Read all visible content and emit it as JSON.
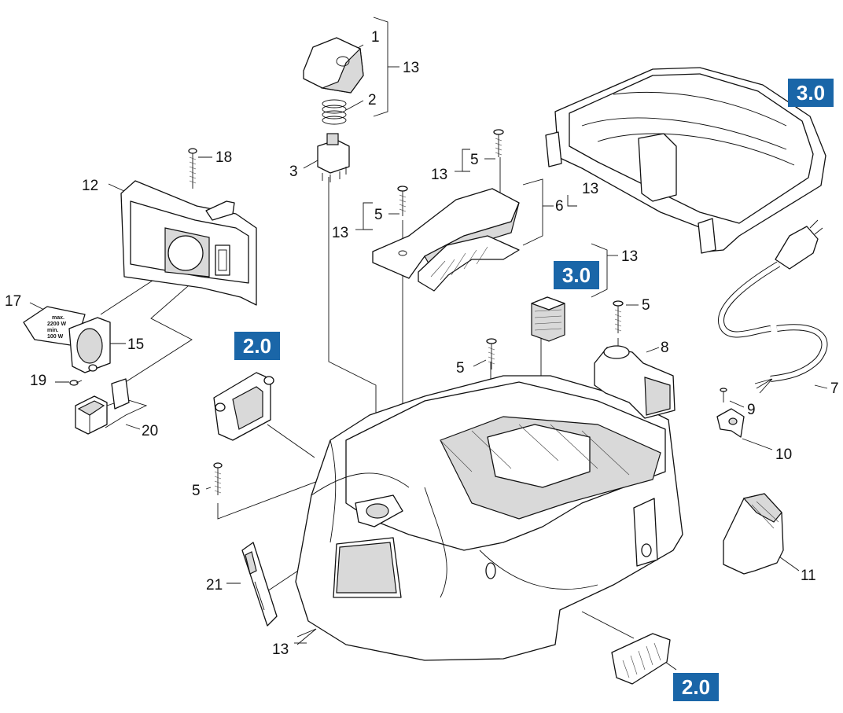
{
  "callouts": {
    "n1": "1",
    "n2": "2",
    "n3": "3",
    "n5a": "5",
    "n5b": "5",
    "n5c": "5",
    "n5d": "5",
    "n5e": "5",
    "n6": "6",
    "n7": "7",
    "n8": "8",
    "n9": "9",
    "n10": "10",
    "n11": "11",
    "n12": "12",
    "n13a": "13",
    "n13b": "13",
    "n13c": "13",
    "n13d": "13",
    "n13e": "13",
    "n13f": "13",
    "n15": "15",
    "n17": "17",
    "n18": "18",
    "n19": "19",
    "n20": "20",
    "n21": "21"
  },
  "badges": {
    "b1": "3.0",
    "b2": "3.0",
    "b3": "2.0",
    "b4": "2.0"
  },
  "label17": {
    "line1": "max.",
    "line2": "2200 W",
    "line3": "min.",
    "line4": "100 W"
  },
  "colors": {
    "badge": "#1a66a8",
    "line": "#111111"
  }
}
